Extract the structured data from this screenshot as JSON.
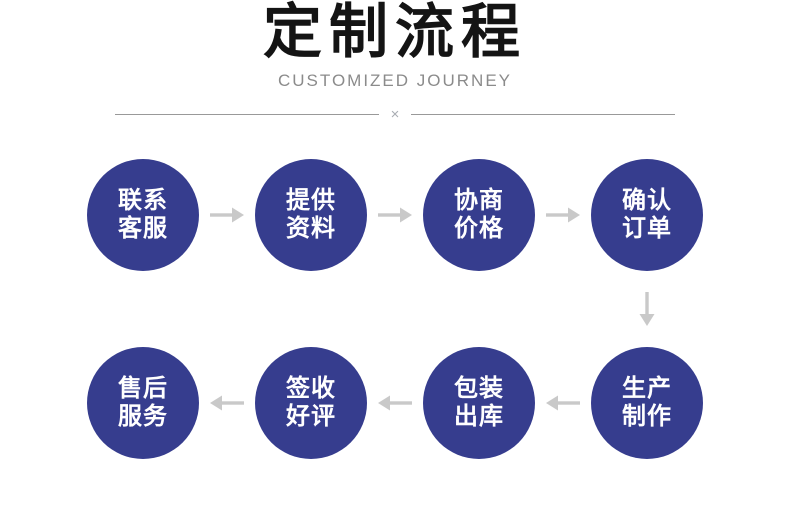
{
  "header": {
    "title": "定制流程",
    "subtitle": "CUSTOMIZED JOURNEY",
    "divider_mark": "×"
  },
  "flow": {
    "top_row": {
      "arrow_direction": "right",
      "steps": [
        {
          "line1": "联系",
          "line2": "客服"
        },
        {
          "line1": "提供",
          "line2": "资料"
        },
        {
          "line1": "协商",
          "line2": "价格"
        },
        {
          "line1": "确认",
          "line2": "订单"
        }
      ]
    },
    "connector_between_rows": "down",
    "bottom_row": {
      "arrow_direction": "left",
      "steps": [
        {
          "line1": "售后",
          "line2": "服务"
        },
        {
          "line1": "签收",
          "line2": "好评"
        },
        {
          "line1": "包装",
          "line2": "出库"
        },
        {
          "line1": "生产",
          "line2": "制作"
        }
      ]
    }
  },
  "colors": {
    "circle_fill": "#363d8e",
    "circle_text": "#ffffff",
    "arrow": "#c9c9c9",
    "title_text": "#141414",
    "subtitle_text": "#8b8b8b",
    "divider_line": "#999999"
  }
}
